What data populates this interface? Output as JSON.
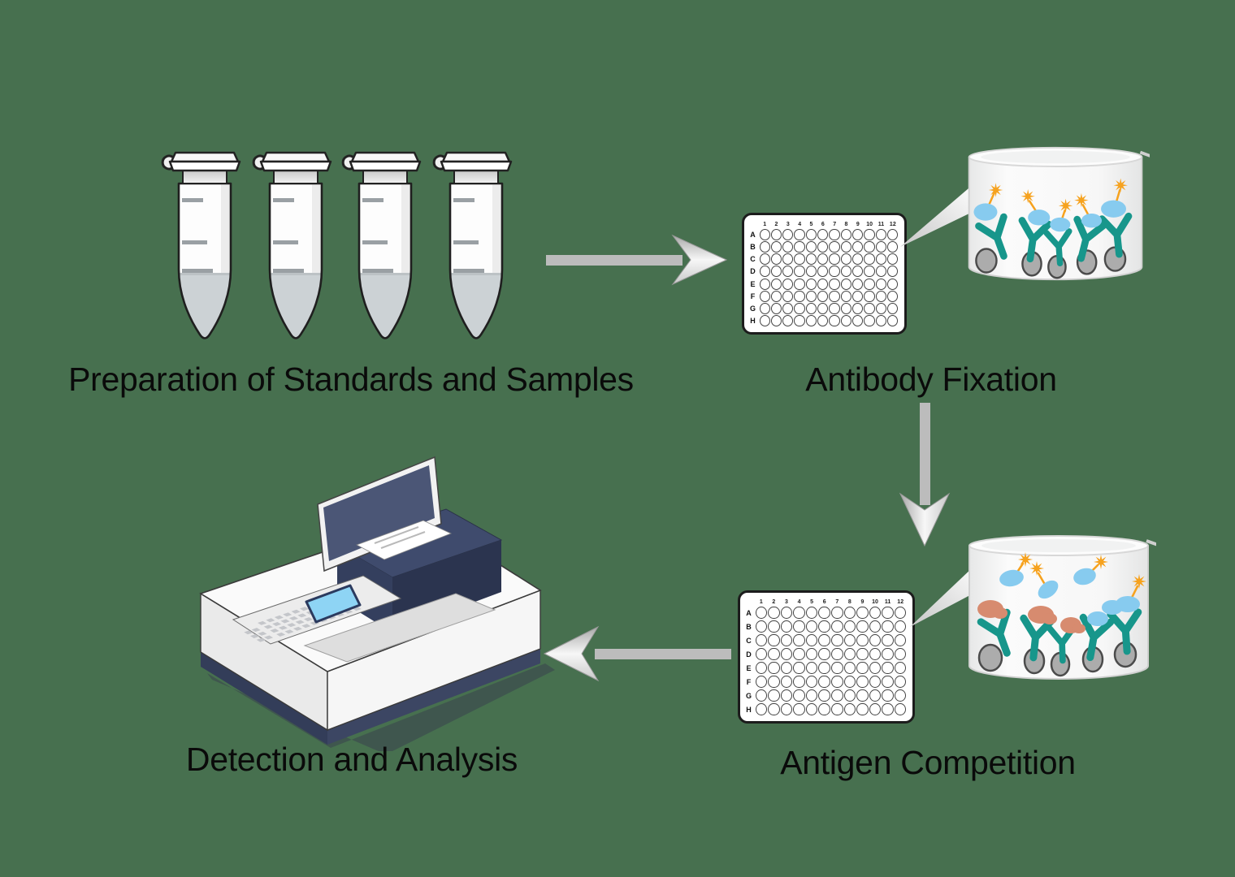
{
  "background_color": "#47704F",
  "steps": {
    "preparation": {
      "label": "Preparation of Standards and Samples"
    },
    "fixation": {
      "label": "Antibody Fixation"
    },
    "competition": {
      "label": "Antigen Competition"
    },
    "detection": {
      "label": "Detection and Analysis"
    }
  },
  "plate": {
    "col_labels": [
      "1",
      "2",
      "3",
      "4",
      "5",
      "6",
      "7",
      "8",
      "9",
      "10",
      "11",
      "12"
    ],
    "row_labels": [
      "A",
      "B",
      "C",
      "D",
      "E",
      "F",
      "G",
      "H"
    ]
  },
  "tube_count": 4,
  "pictograms": {
    "microtube-icon": {
      "shape": "conical flip-cap tube",
      "fill": "#FFFFFF",
      "liquid": "#CCD2D5"
    },
    "antibody-icon": {
      "shape": "Y",
      "color": "#17968B"
    },
    "antigen-icon": {
      "shape": "blob",
      "color": "#87CBEF"
    },
    "competing-antigen-icon": {
      "shape": "blob",
      "color": "#D78B6F"
    },
    "enzyme-star-icon": {
      "shape": "8-point star",
      "color": "#F6A21E"
    },
    "surface-bead-icon": {
      "shape": "oval",
      "color": "#ACACAC"
    },
    "arrow-icon": {
      "shape": "chevron arrow",
      "color": "#BCBCBC"
    },
    "well-plate-icon": {
      "shape": "96-well grid",
      "color": "#FFFFFF"
    },
    "plate-reader-icon": {
      "shape": "isometric instrument",
      "body": "#F6F6F6",
      "lid": "#3F4B6D",
      "screen": "#8ED4F4"
    }
  },
  "colors": {
    "text": "#0A0A0A",
    "plate_border": "#1C1C1C",
    "well_outline": "#434343"
  }
}
